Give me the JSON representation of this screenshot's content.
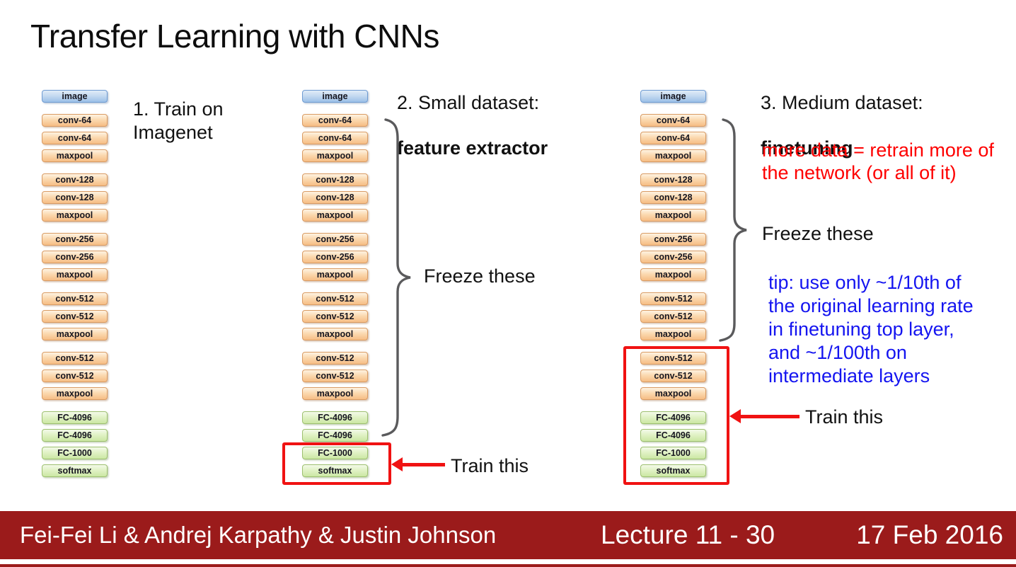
{
  "title": "Transfer Learning with CNNs",
  "stack": {
    "groups": [
      [
        "image"
      ],
      [
        "conv-64",
        "conv-64",
        "maxpool"
      ],
      [
        "conv-128",
        "conv-128",
        "maxpool"
      ],
      [
        "conv-256",
        "conv-256",
        "maxpool"
      ],
      [
        "conv-512",
        "conv-512",
        "maxpool"
      ],
      [
        "conv-512",
        "conv-512",
        "maxpool"
      ],
      [
        "FC-4096",
        "FC-4096",
        "FC-1000",
        "softmax"
      ]
    ]
  },
  "col1": {
    "label": "1. Train on\nImagenet"
  },
  "col2": {
    "heading": "2. Small dataset:",
    "heading_bold": "feature extractor",
    "freeze_label": "Freeze these",
    "train_label": "Train this"
  },
  "col3": {
    "heading": "3. Medium dataset:",
    "heading_bold": "finetuning",
    "red_note": "more data = retrain more of\nthe network (or all of it)",
    "freeze_label": "Freeze these",
    "blue_tip": "tip: use only ~1/10th of\nthe original learning rate\nin finetuning top layer,\nand ~1/100th on\nintermediate layers",
    "train_label": "Train this"
  },
  "footer": {
    "authors": "Fei-Fei Li & Andrej Karpathy & Justin Johnson",
    "lecture": "Lecture 11 - 30",
    "date": "17 Feb 2016"
  },
  "colors": {
    "footer_maroon": "#9b1b1b",
    "accent_red": "#f01212",
    "note_red": "#fe0000",
    "tip_blue": "#1414f0",
    "brace_gray": "#5a5a5c",
    "layer_orange_border": "#d99b63",
    "layer_blue_border": "#6e9bd2",
    "layer_green_border": "#9dc06f"
  }
}
